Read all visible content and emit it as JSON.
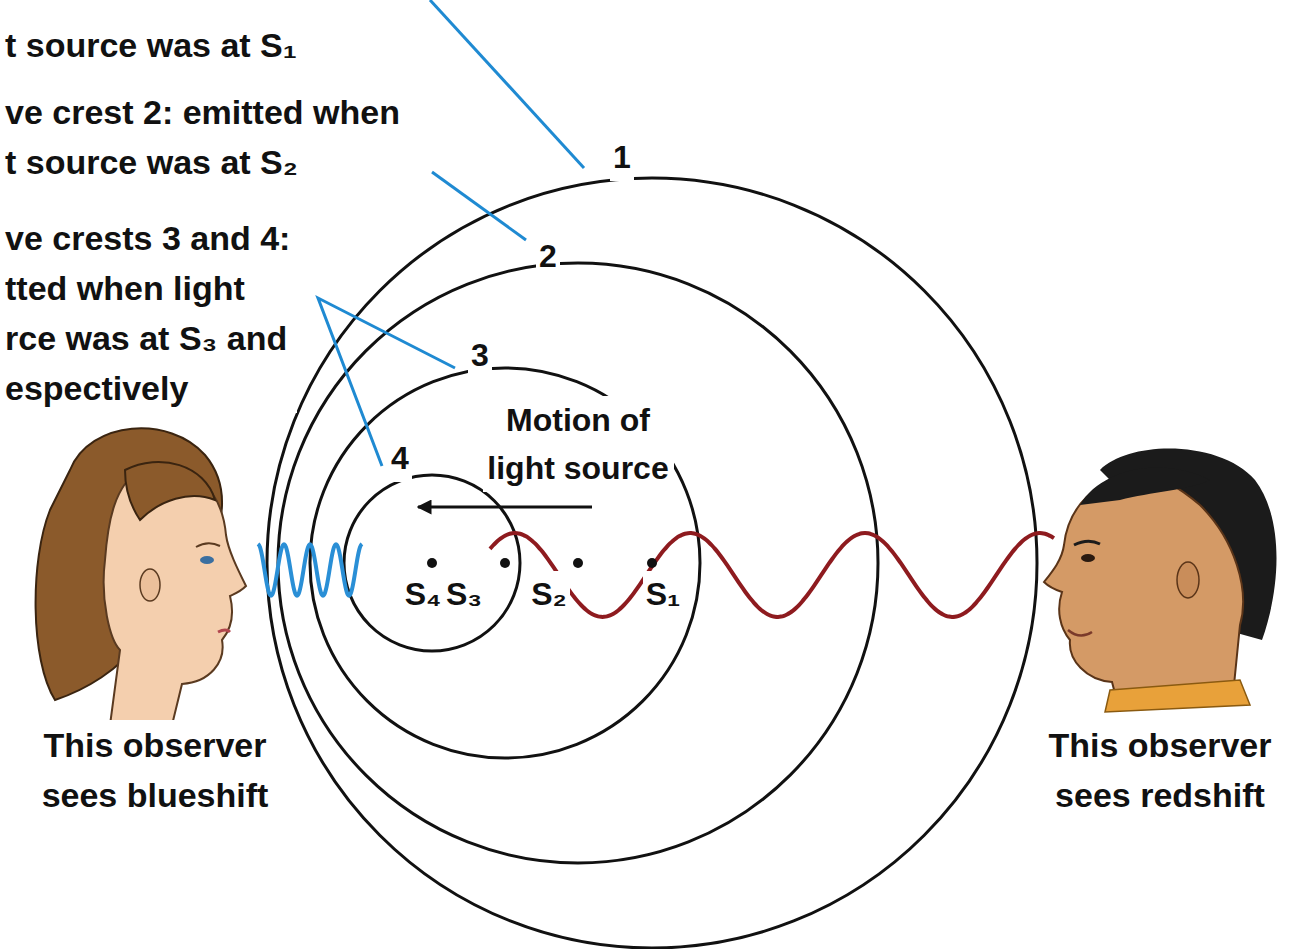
{
  "diagram": {
    "labels": [
      "t source was at S₁",
      "ve crest 2: emitted when t source was at S₂",
      "ve crests 3 and 4: tted when light rce was at S₃ and espectively",
      "1",
      "2",
      "3",
      "4",
      "Motion of light source",
      "S₄",
      "S₃",
      "S₂",
      "S₁",
      "This observer sees blueshift",
      "This observer sees redshift"
    ]
  }
}
